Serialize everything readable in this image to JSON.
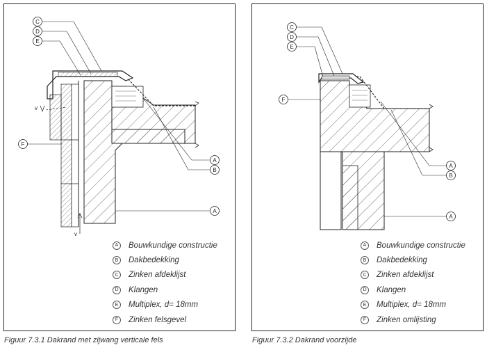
{
  "left": {
    "callouts": [
      "C",
      "D",
      "E",
      "F",
      "A",
      "B",
      "A"
    ],
    "section_marks": [
      "v",
      "v"
    ],
    "legend": [
      {
        "letter": "A",
        "text": "Bouwkundige constructie"
      },
      {
        "letter": "B",
        "text": "Dakbedekking"
      },
      {
        "letter": "C",
        "text": "Zinken afdeklijst"
      },
      {
        "letter": "D",
        "text": "Klangen"
      },
      {
        "letter": "E",
        "text": "Multiplex, d= 18mm"
      },
      {
        "letter": "F",
        "text": "Zinken felsgevel"
      }
    ],
    "caption": "Figuur 7.3.1 Dakrand met zijwang verticale fels"
  },
  "right": {
    "callouts": [
      "C",
      "D",
      "E",
      "F",
      "A",
      "B",
      "A"
    ],
    "legend": [
      {
        "letter": "A",
        "text": "Bouwkundige constructie"
      },
      {
        "letter": "B",
        "text": "Dakbedekking"
      },
      {
        "letter": "C",
        "text": "Zinken afdeklijst"
      },
      {
        "letter": "D",
        "text": "Klangen"
      },
      {
        "letter": "E",
        "text": "Multiplex, d= 18mm"
      },
      {
        "letter": "F",
        "text": "Zinken omlijsting"
      }
    ],
    "caption": "Figuur 7.3.2 Dakrand voorzijde"
  }
}
